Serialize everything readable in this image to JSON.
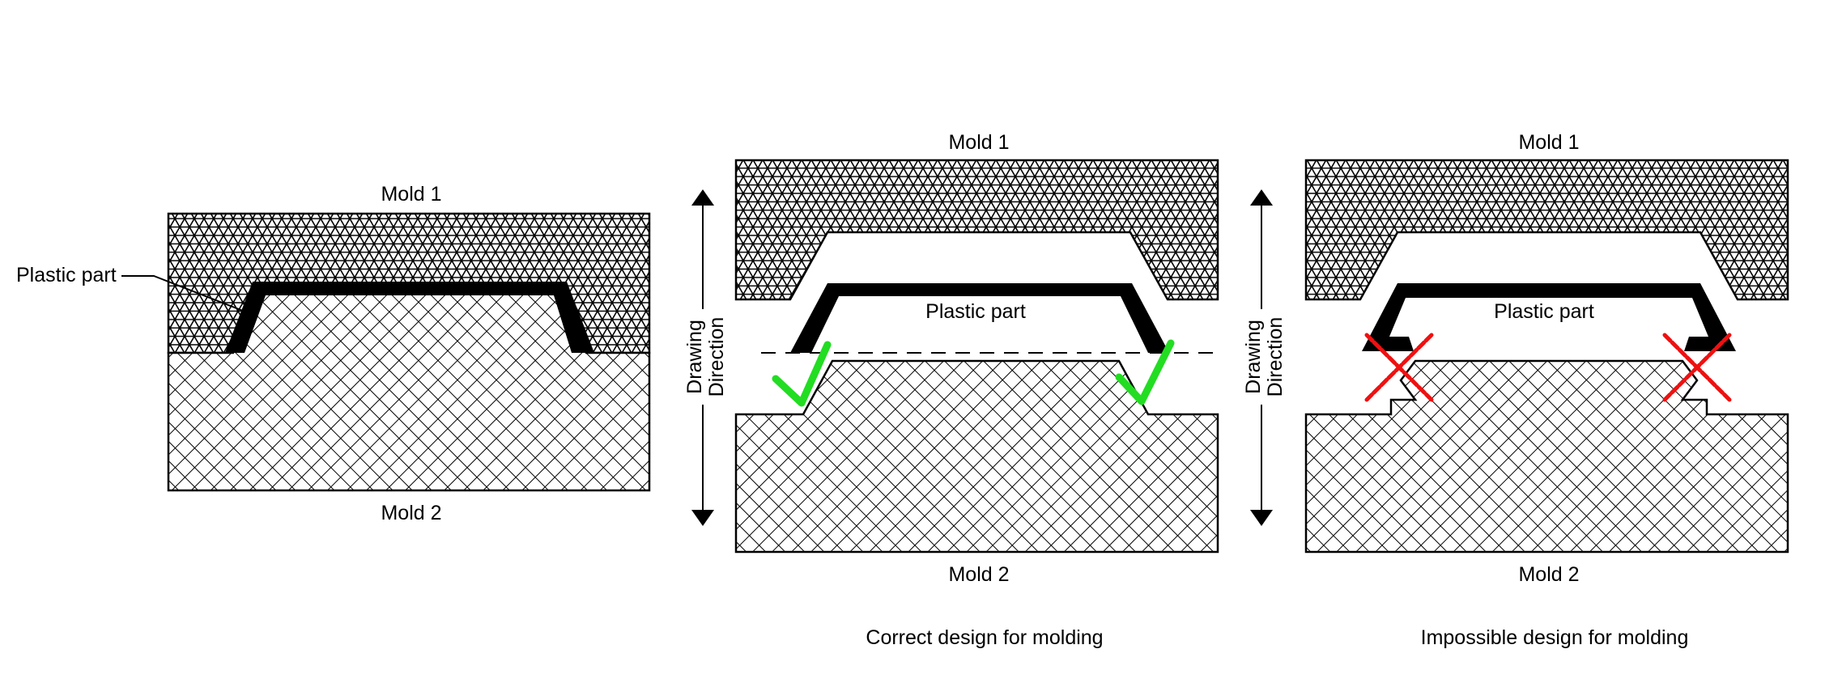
{
  "figures": [
    {
      "mold_top_label": "Mold 1",
      "mold_bottom_label": "Mold 2",
      "part_label": "Plastic part"
    },
    {
      "mold_top_label": "Mold 1",
      "mold_bottom_label": "Mold 2",
      "part_label": "Plastic part",
      "direction_label_line1": "Drawing",
      "direction_label_line2": "Direction",
      "caption": "Correct design for molding",
      "verdict_marks": [
        "check-icon",
        "check-icon"
      ],
      "verdict_color": "#22dd22"
    },
    {
      "mold_top_label": "Mold 1",
      "mold_bottom_label": "Mold 2",
      "part_label": "Plastic part",
      "direction_label_line1": "Drawing",
      "direction_label_line2": "Direction",
      "caption": "Impossible design for molding",
      "verdict_marks": [
        "cross-icon",
        "cross-icon"
      ],
      "verdict_color": "#ee1111"
    }
  ],
  "colors": {
    "ink": "#000000",
    "background": "#ffffff",
    "check": "#22dd22",
    "cross": "#ee1111"
  }
}
